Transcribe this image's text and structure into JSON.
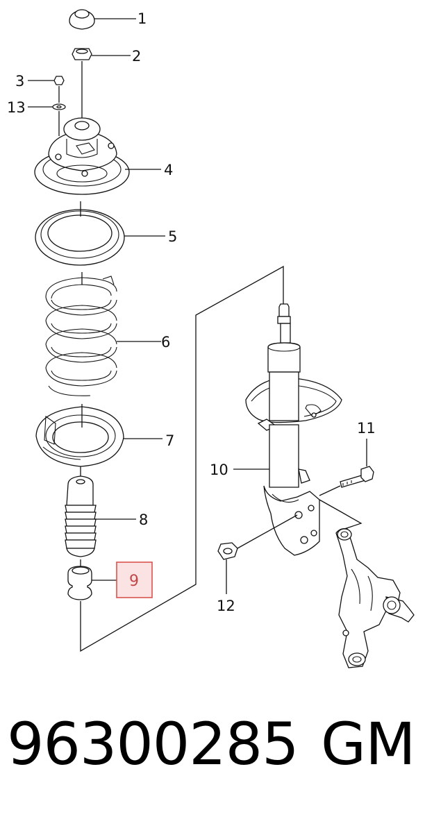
{
  "diagram": {
    "callouts": [
      {
        "id": "1",
        "label": "1"
      },
      {
        "id": "2",
        "label": "2"
      },
      {
        "id": "3",
        "label": "3"
      },
      {
        "id": "13",
        "label": "13"
      },
      {
        "id": "4",
        "label": "4"
      },
      {
        "id": "5",
        "label": "5"
      },
      {
        "id": "6",
        "label": "6"
      },
      {
        "id": "7",
        "label": "7"
      },
      {
        "id": "8",
        "label": "8"
      },
      {
        "id": "9",
        "label": "9",
        "highlighted": true
      },
      {
        "id": "10",
        "label": "10"
      },
      {
        "id": "11",
        "label": "11"
      },
      {
        "id": "12",
        "label": "12"
      }
    ],
    "highlight_color": "#d9534f",
    "highlight_fill": "#fbe3e3"
  },
  "caption": {
    "part_number": "96300285",
    "brand": "GM"
  }
}
